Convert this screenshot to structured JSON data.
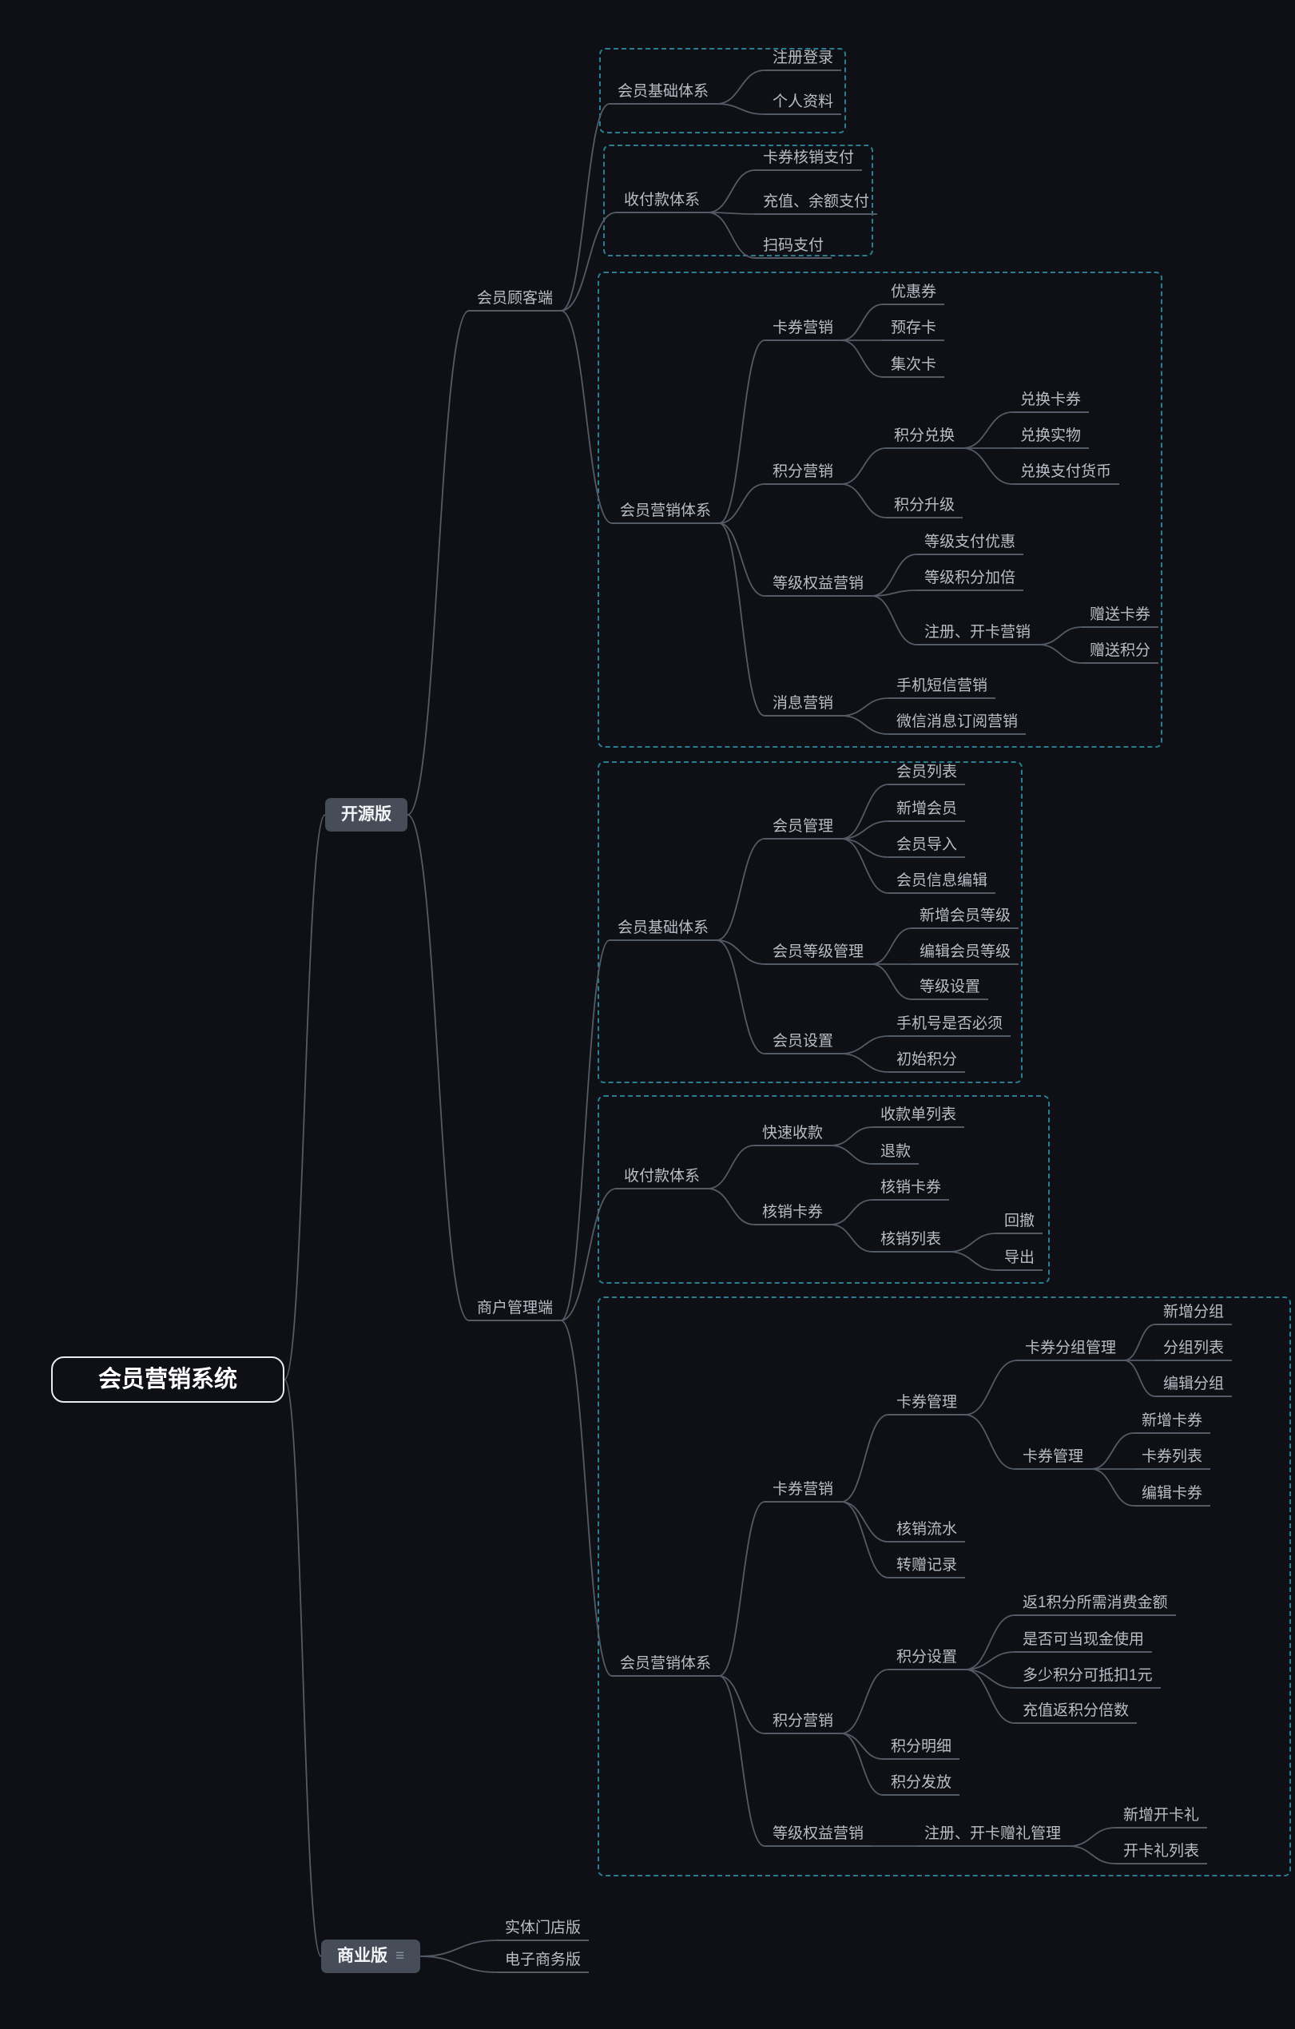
{
  "colors": {
    "background": "#0e1016",
    "dashed_border": "#2e93a7",
    "connector_line": "#555b66",
    "capsule_fill": "#474d58"
  },
  "icons": {
    "menu": "≡"
  },
  "mm": {
    "root": "会员营销系统",
    "os": {
      "label": "开源版",
      "customer": {
        "label": "会员顾客端",
        "basic": {
          "label": "会员基础体系",
          "reg": "注册登录",
          "profile": "个人资料"
        },
        "pay": {
          "label": "收付款体系",
          "coupon_pay": "卡券核销支付",
          "balance_pay": "充值、余额支付",
          "scan_pay": "扫码支付"
        },
        "mkt": {
          "label": "会员营销体系",
          "coupon": {
            "label": "卡券营销",
            "discount": "优惠券",
            "prepaid": "预存卡",
            "times": "集次卡"
          },
          "points": {
            "label": "积分营销",
            "exchange": {
              "label": "积分兑换",
              "to_coupon": "兑换卡券",
              "to_goods": "兑换实物",
              "to_currency": "兑换支付货币"
            },
            "upgrade": "积分升级"
          },
          "level": {
            "label": "等级权益营销",
            "pay_discount": "等级支付优惠",
            "points_double": "等级积分加倍",
            "reg_mkt": {
              "label": "注册、开卡营销",
              "gift_coupon": "赠送卡券",
              "gift_points": "赠送积分"
            }
          },
          "msg": {
            "label": "消息营销",
            "sms": "手机短信营销",
            "wechat": "微信消息订阅营销"
          }
        }
      },
      "merchant": {
        "label": "商户管理端",
        "basic": {
          "label": "会员基础体系",
          "mgmt": {
            "label": "会员管理",
            "list": "会员列表",
            "add": "新增会员",
            "import": "会员导入",
            "edit": "会员信息编辑"
          },
          "lv": {
            "label": "会员等级管理",
            "add": "新增会员等级",
            "edit": "编辑会员等级",
            "setting": "等级设置"
          },
          "setting": {
            "label": "会员设置",
            "phone": "手机号是否必须",
            "init_points": "初始积分"
          }
        },
        "pay": {
          "label": "收付款体系",
          "quick": {
            "label": "快速收款",
            "list": "收款单列表",
            "refund": "退款"
          },
          "verify": {
            "label": "核销卡券",
            "verify": "核销卡券",
            "list": {
              "label": "核销列表",
              "revoke": "回撤",
              "export": "导出"
            }
          }
        },
        "mkt": {
          "label": "会员营销体系",
          "coupon": {
            "label": "卡券营销",
            "mgmt": {
              "label": "卡券管理",
              "group": {
                "label": "卡券分组管理",
                "add": "新增分组",
                "list": "分组列表",
                "edit": "编辑分组"
              },
              "card": {
                "label": "卡券管理",
                "add": "新增卡券",
                "list": "卡券列表",
                "edit": "编辑卡券"
              }
            },
            "flow": "核销流水",
            "gift": "转赠记录"
          },
          "points": {
            "label": "积分营销",
            "setting": {
              "label": "积分设置",
              "rate": "返1积分所需消费金额",
              "cash": "是否可当现金使用",
              "deduct": "多少积分可抵扣1元",
              "recharge": "充值返积分倍数"
            },
            "detail": "积分明细",
            "grant": "积分发放"
          },
          "level": {
            "label": "等级权益营销",
            "reg_gift": {
              "label": "注册、开卡赠礼管理",
              "add": "新增开卡礼",
              "list": "开卡礼列表"
            }
          }
        }
      }
    },
    "biz": {
      "label": "商业版",
      "physical": "实体门店版",
      "ecommerce": "电子商务版"
    }
  }
}
